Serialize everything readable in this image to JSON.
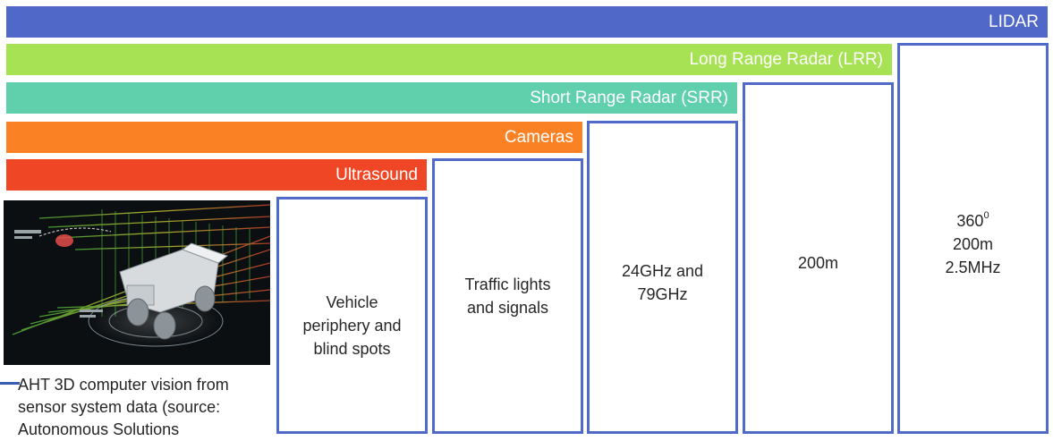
{
  "colors": {
    "lidar": "#5068c8",
    "lrr": "#a6e253",
    "srr": "#5fcfac",
    "cameras": "#fa8225",
    "ultrasound": "#ef4625",
    "box_border": "#4f6ac8"
  },
  "bars": {
    "lidar": "LIDAR",
    "lrr": "Long Range Radar (LRR)",
    "srr": "Short Range Radar (SRR)",
    "cameras": "Cameras",
    "ultrasound": "Ultrasound"
  },
  "boxes": {
    "ultrasound": "Vehicle\nperiphery and\nblind spots",
    "cameras": "Traffic lights\nand signals",
    "srr": "24GHz and\n79GHz",
    "lrr": "200m",
    "lidar_angle": "360",
    "lidar_angle_sup": "0",
    "lidar_rest": "200m\n2.5MHz"
  },
  "caption": "AHT 3D computer vision from sensor system data (source: Autonomous Solutions",
  "image_icon": "haul-truck-lidar-visualization"
}
